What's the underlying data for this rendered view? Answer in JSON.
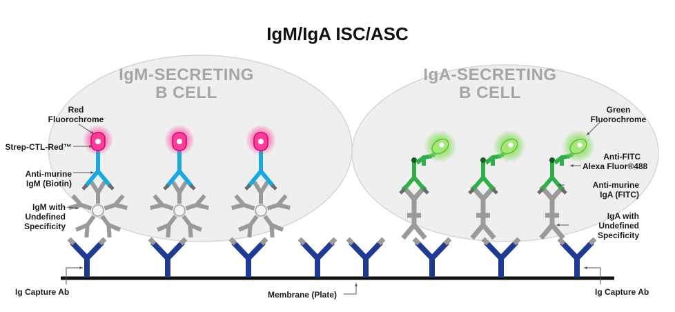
{
  "title": "IgM/IgA ISC/ASC",
  "cells": {
    "igm": {
      "line1": "IgM-SECRETING",
      "line2": "B CELL"
    },
    "iga": {
      "line1": "IgA-SECRETING",
      "line2": "B CELL"
    }
  },
  "labels": {
    "red_fluorochrome": [
      "Red",
      "Fluorochrome"
    ],
    "strep": "Strep-CTL-Red™",
    "anti_murine_igm": [
      "Anti-murine",
      "IgM (Biotin)"
    ],
    "igm_undefined": [
      "IgM with",
      "Undefined",
      "Specificity"
    ],
    "green_fluorochrome": [
      "Green",
      "Fluorochrome"
    ],
    "anti_fitc": [
      "Anti-FITC",
      "Alexa Fluor®488"
    ],
    "anti_murine_iga": [
      "Anti-murine",
      "IgA (FITC)"
    ],
    "iga_undefined": [
      "IgA with",
      "Undefined",
      "Specificity"
    ],
    "capture_left": "Ig Capture Ab",
    "capture_right": "Ig Capture Ab",
    "membrane": "Membrane (Plate)"
  },
  "colors": {
    "capture": "#1f3a93",
    "igm_detect": "#1aa8e0",
    "iga_detect": "#2fae49",
    "red_glow": "#ff2f92",
    "green_glow": "#7ed957",
    "gray_ab": "#9a9a9a",
    "cell_fill": "#efefef",
    "membrane": "#111111"
  }
}
